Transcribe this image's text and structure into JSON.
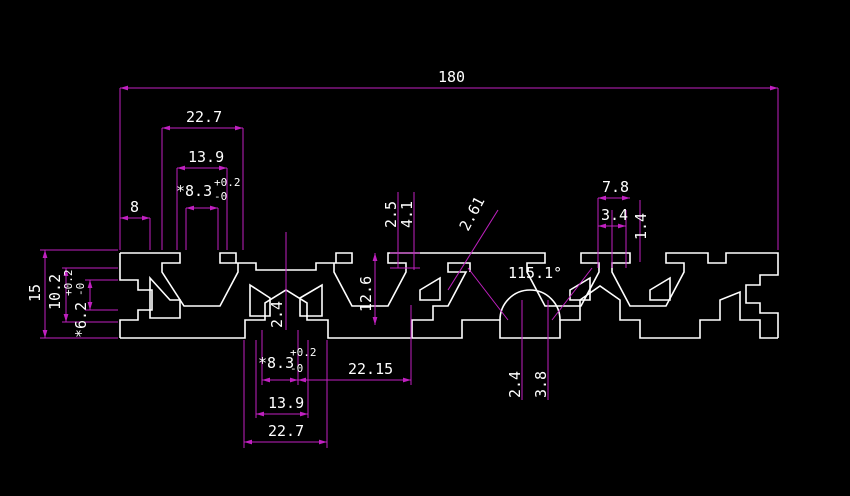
{
  "colors": {
    "background": "#000000",
    "profile": "#ffffff",
    "dimension": "#c020c0",
    "text": "#ffffff"
  },
  "dims": {
    "overall_width": "180",
    "top_slot_outer": "22.7",
    "top_slot_mid": "13.9",
    "top_slot_inner_value": "*8.3",
    "top_slot_inner_tol_plus": "+0.2",
    "top_slot_inner_tol_minus": "-0",
    "edge_offset": "8",
    "height": "15",
    "end_slot": "10.2",
    "end_slot_inner_value": "*6.2",
    "end_slot_inner_tol_plus": "+0.2",
    "end_slot_inner_tol_minus": "-0",
    "slot_depth": "2.4",
    "slot_height": "12.6",
    "lip_a": "2.5",
    "lip_b": "4.1",
    "chamfer": "2.61",
    "angle": "115.1°",
    "small_slot_w": "7.8",
    "small_slot_inner": "3.4",
    "small_lip": "1.4",
    "bottom_slot_inner_value": "*8.3",
    "bottom_slot_inner_tol_plus": "+0.2",
    "bottom_slot_inner_tol_minus": "-0",
    "bottom_offset": "22.15",
    "bottom_slot_mid": "13.9",
    "bottom_slot_outer": "22.7",
    "groove_depth_a": "2.4",
    "groove_depth_b": "3.8"
  }
}
